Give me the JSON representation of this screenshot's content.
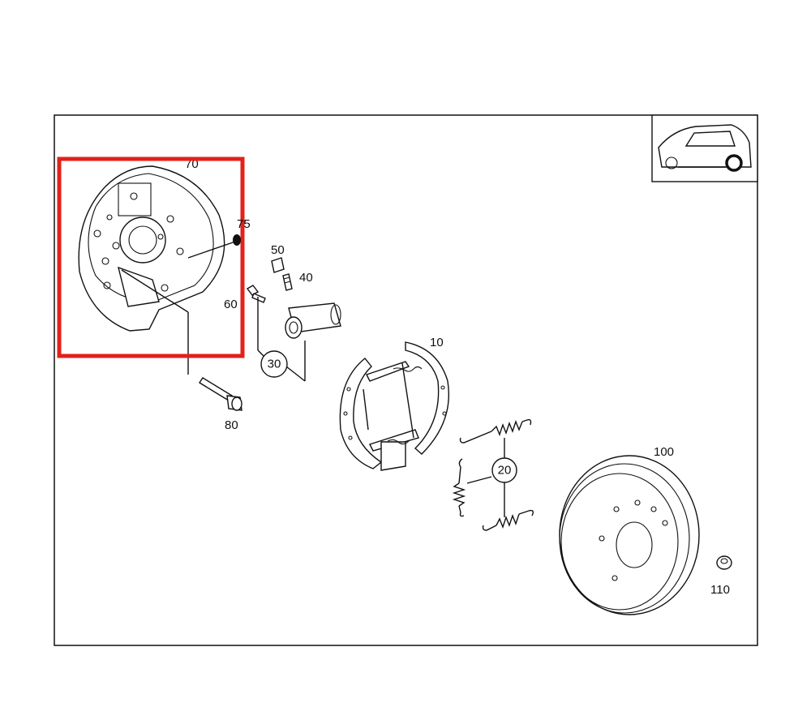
{
  "labels": {
    "p10": "10",
    "p20": "20",
    "p30": "30",
    "p40": "40",
    "p50": "50",
    "p60": "60",
    "p70": "70",
    "p75": "75",
    "p80": "80",
    "p100": "100",
    "p110": "110"
  },
  "highlight": {
    "color": "#e3201b"
  },
  "icons": {
    "vehicle": "car-rear-wheel-icon"
  }
}
